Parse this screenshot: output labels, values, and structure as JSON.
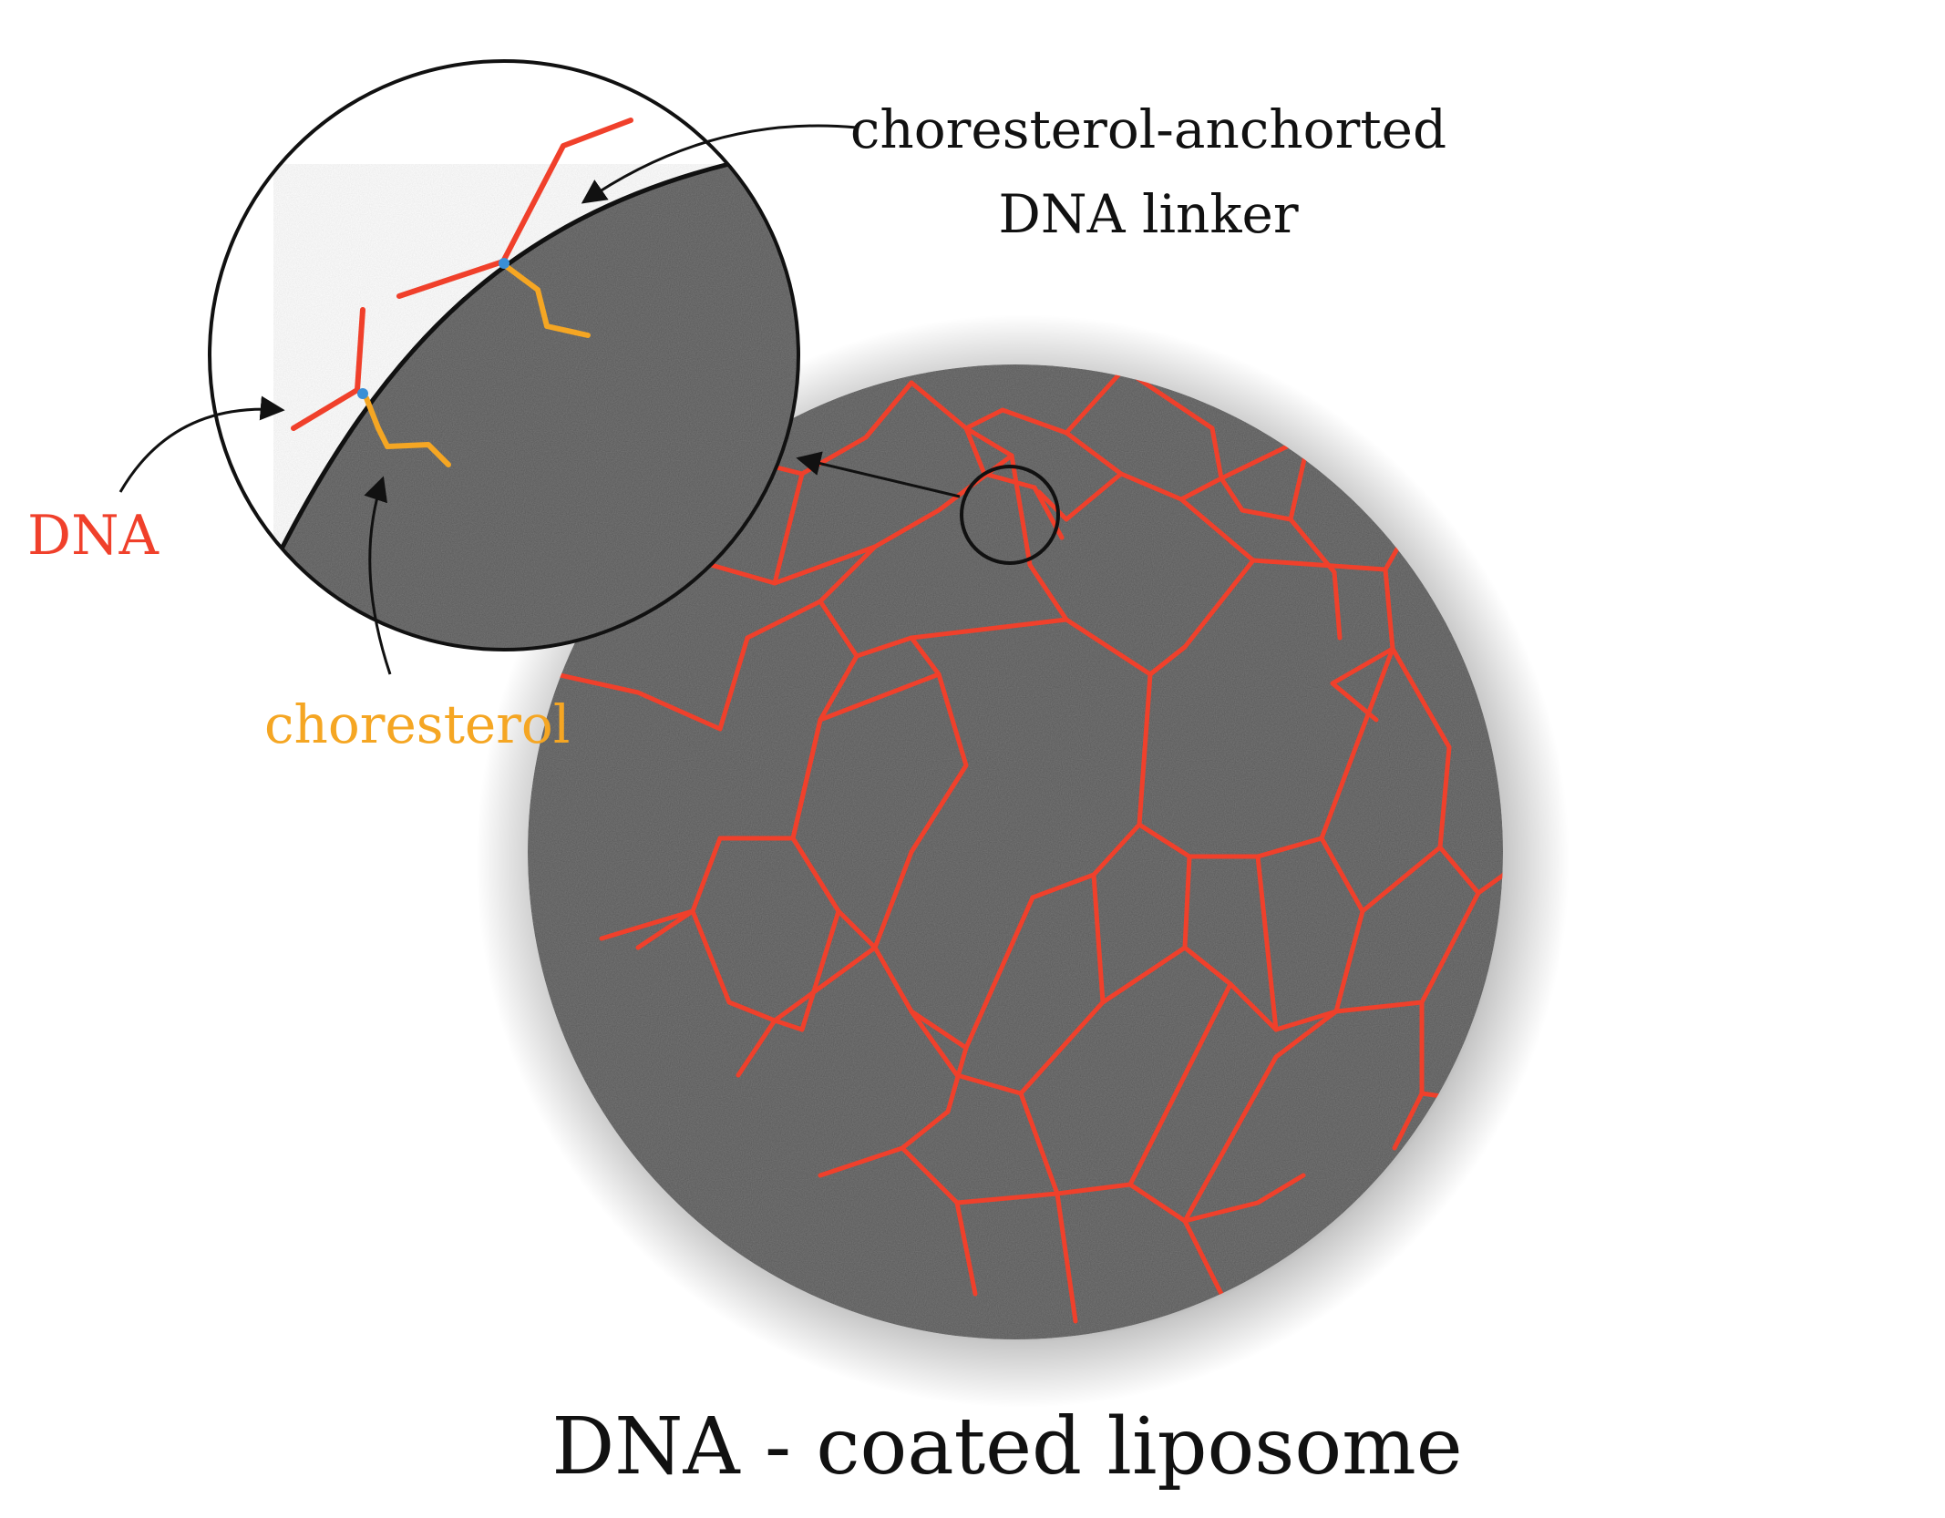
{
  "labels": {
    "linker_line1": "choresterol-anchorted",
    "linker_line2": "DNA linker",
    "dna": "DNA",
    "cholesterol": "choresterol",
    "caption": "DNA - coated liposome"
  },
  "colors": {
    "dna": "#f0402b",
    "cholesterol": "#f5a623",
    "junction": "#3a8fd6",
    "membrane": "#555555",
    "outline": "#111111",
    "text": "#111111"
  }
}
